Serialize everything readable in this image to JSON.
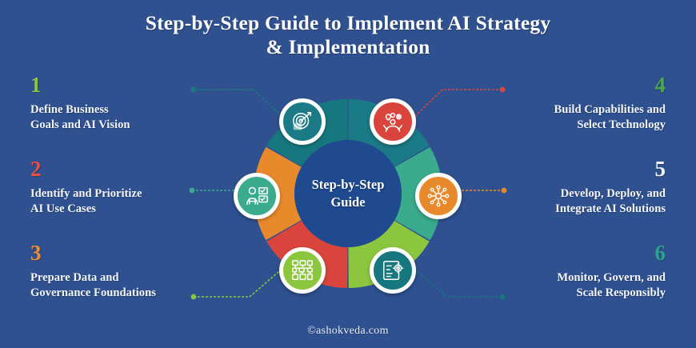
{
  "background_color": "#2f5190",
  "header": {
    "title_line1": "Step-by-Step Guide to Implement AI Strategy",
    "title_line2": "& Implementation",
    "title_color": "#ffffff"
  },
  "center": {
    "label": "Step-by-Step\nGuide",
    "hub_color": "#1f4a8f",
    "label_color": "#ffffff"
  },
  "steps": [
    {
      "number": "1",
      "number_color": "#8cc63e",
      "text": "Define Business\nGoals and AI Vision",
      "side": "left",
      "segment_color": "#1a7a85",
      "icon": "target-arrow-icon",
      "connector_color": "#1a7a85"
    },
    {
      "number": "2",
      "number_color": "#e8503f",
      "text": "Identify and Prioritize\nAI Use Cases",
      "side": "left",
      "segment_color": "#3aab8c",
      "icon": "person-checklist-icon",
      "connector_color": "#3aab8c"
    },
    {
      "number": "3",
      "number_color": "#ef8b35",
      "text": "Prepare Data and\nGovernance Foundations",
      "side": "left",
      "segment_color": "#8cc63e",
      "icon": "data-network-icon",
      "connector_color": "#8cc63e"
    },
    {
      "number": "4",
      "number_color": "#4aa94a",
      "text": "Build Capabilities and\nSelect Technology",
      "side": "right",
      "segment_color": "#d9453c",
      "icon": "idea-person-gear-icon",
      "connector_color": "#d9453c"
    },
    {
      "number": "5",
      "number_color": "#f3f6fc",
      "text": "Develop, Deploy, and\nIntegrate AI Solutions",
      "side": "right",
      "segment_color": "#e8892b",
      "icon": "neural-network-icon",
      "connector_color": "#e8892b"
    },
    {
      "number": "6",
      "number_color": "#2aa58c",
      "text": "Monitor, Govern, and\nScale Responsibly",
      "side": "right",
      "segment_color": "#17777f",
      "icon": "document-gear-icon",
      "connector_color": "#17777f"
    }
  ],
  "footer": {
    "watermark": "©ashokveda.com"
  },
  "chart_data": {
    "type": "pie",
    "title": "Step-by-Step Guide to Implement AI Strategy & Implementation",
    "categories": [
      "Define Business Goals and AI Vision",
      "Identify and Prioritize AI Use Cases",
      "Prepare Data and Governance Foundations",
      "Build Capabilities and Select Technology",
      "Develop, Deploy, and Integrate AI Solutions",
      "Monitor, Govern, and Scale Responsibly"
    ],
    "values": [
      16.67,
      16.67,
      16.67,
      16.67,
      16.67,
      16.67
    ],
    "colors": [
      "#1a7a85",
      "#3aab8c",
      "#8cc63e",
      "#d9453c",
      "#e8892b",
      "#17777f"
    ],
    "legend": "none",
    "donut": true,
    "inner_radius_ratio": 0.52
  }
}
